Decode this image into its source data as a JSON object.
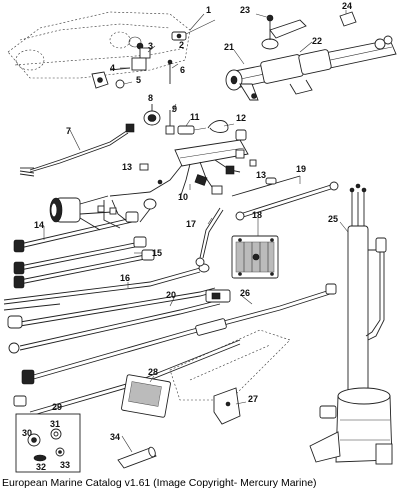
{
  "caption": "European Marine Catalog v1.61 (Image Copyright- Mercury Marine)",
  "callouts": [
    "1",
    "2",
    "3",
    "4",
    "5",
    "6",
    "7",
    "8",
    "9",
    "10",
    "11",
    "12",
    "13",
    "13",
    "14",
    "15",
    "16",
    "17",
    "18",
    "19",
    "20",
    "21",
    "22",
    "23",
    "24",
    "25",
    "26",
    "27",
    "28",
    "29",
    "30",
    "31",
    "32",
    "33",
    "34"
  ]
}
